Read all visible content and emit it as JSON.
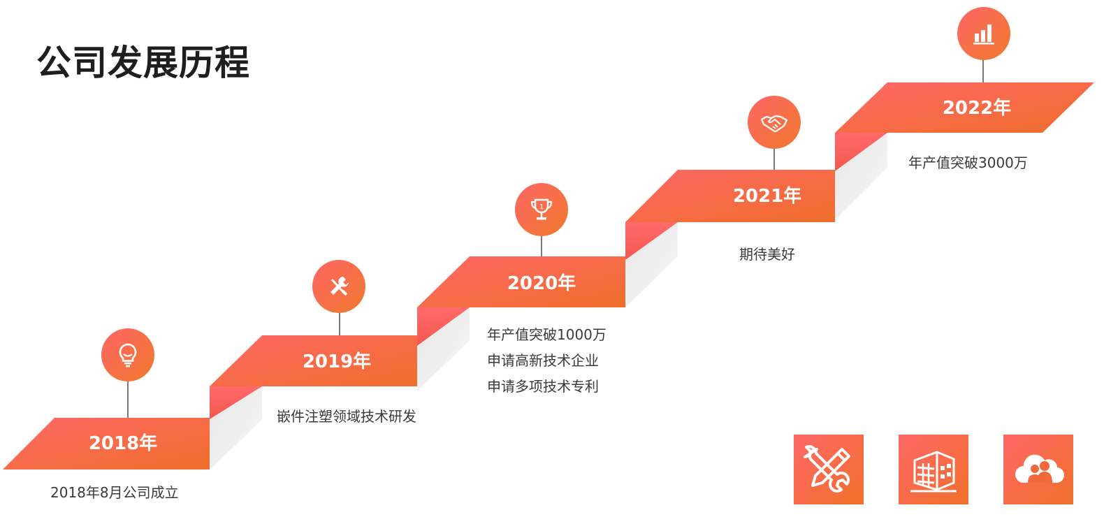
{
  "title": "公司发展历程",
  "colors": {
    "accent_start": "#ff6868",
    "accent_end": "#f0702a",
    "title_text": "#1e1e1e",
    "desc_text": "#3a3a3a"
  },
  "milestones": [
    {
      "year": "2018年",
      "icon": "lightbulb-icon",
      "lines": [
        "2018年8月公司成立"
      ]
    },
    {
      "year": "2019年",
      "icon": "tools-icon",
      "lines": [
        "嵌件注塑领域技术研发"
      ]
    },
    {
      "year": "2020年",
      "icon": "trophy-icon",
      "lines": [
        "年产值突破1000万",
        "申请高新技术企业",
        "申请多项技术专利"
      ]
    },
    {
      "year": "2021年",
      "icon": "handshake-icon",
      "lines": [
        "期待美好"
      ]
    },
    {
      "year": "2022年",
      "icon": "bar-chart-icon",
      "lines": [
        "年产值突破3000万"
      ]
    }
  ],
  "tiles": [
    {
      "icon": "wrench-pencil-icon"
    },
    {
      "icon": "building-icon"
    },
    {
      "icon": "cloud-users-icon"
    }
  ]
}
